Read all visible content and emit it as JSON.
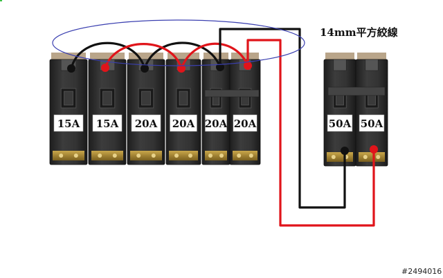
{
  "wire_label": "14mm平方絞線",
  "watermark": "#2494016",
  "colors": {
    "black_wire": "#111111",
    "red_wire": "#e0141a",
    "ellipse": "#3a3fb0",
    "breaker_body": "#2f2f2f",
    "breaker_label_bg": "#ffffff"
  },
  "breakers": [
    {
      "rating": "15A"
    },
    {
      "rating": "15A"
    },
    {
      "rating": "20A"
    },
    {
      "rating": "20A"
    },
    {
      "rating": "20A"
    },
    {
      "rating": "20A"
    }
  ],
  "main_breaker": [
    {
      "rating": "50A"
    },
    {
      "rating": "50A"
    }
  ]
}
